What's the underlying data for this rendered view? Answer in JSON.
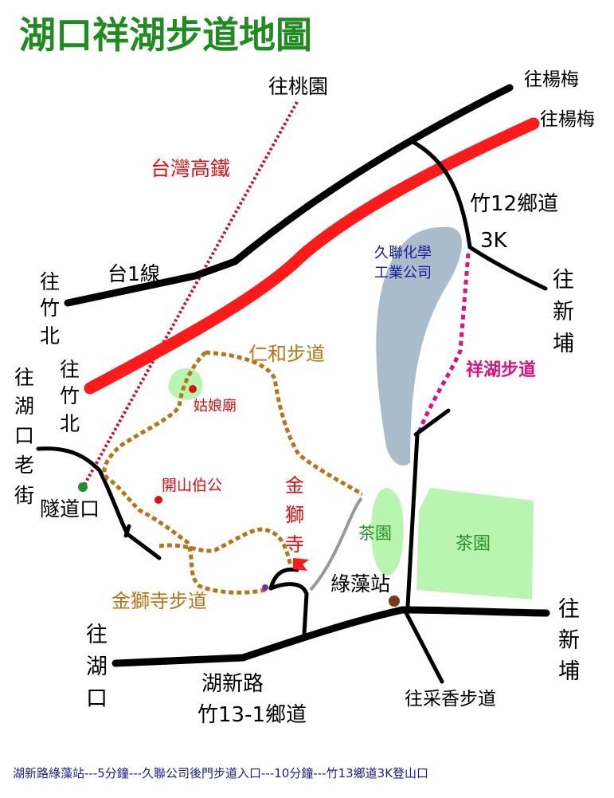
{
  "title": "湖口祥湖步道地圖",
  "colors": {
    "title": "#1f8c1f",
    "road": "#000000",
    "hsr": "#ff1a1a",
    "rail_dotted": "#c0152a",
    "trail_brown": "#b87514",
    "trail_pink": "#e0107d",
    "lake": "#a9bccb",
    "tea": "#b8f5b0",
    "label_red": "#e01010",
    "label_blue": "#1a1a99",
    "label_brown": "#b87514",
    "label_green": "#2c8f2c",
    "footer": "#1a1a99"
  },
  "labels": {
    "to_taoyuan": "往桃園",
    "to_yangmei_1": "往楊梅",
    "to_yangmei_2": "往楊梅",
    "hsr": "台灣高鐵",
    "zhu12": "竹12鄉道",
    "k3": "3K",
    "jiulian_1": "久聯化學",
    "jiulian_2": "工業公司",
    "tai1": "台1線",
    "to_zhubei_a": [
      "往",
      "竹",
      "北"
    ],
    "to_zhubei_b": [
      "往",
      "竹",
      "北"
    ],
    "to_xinpu_1": [
      "往",
      "新",
      "埔"
    ],
    "to_xinpu_2": [
      "往",
      "新",
      "埔"
    ],
    "xianghu_trail": "祥湖步道",
    "renhe_trail": "仁和步道",
    "guniang_temple": "姑娘廟",
    "to_old_street": [
      "往",
      "湖",
      "口",
      "老",
      "街"
    ],
    "tunnel": "隧道口",
    "kaishan": "開山伯公",
    "jinshi_temple": [
      "金",
      "獅",
      "寺"
    ],
    "tea_garden_1": "茶園",
    "tea_garden_2": "茶園",
    "lvzao_station": "綠藻站",
    "jinshi_trail": "金獅寺步道",
    "to_hukou": [
      "往",
      "湖",
      "口"
    ],
    "huxin_road": "湖新路",
    "zhu13": "竹13-1鄉道",
    "to_caixiang": "往采香步道"
  },
  "footer": "湖新路綠藻站---5分鐘---久聯公司後門步道入口---10分鐘---竹13鄉道3K登山口"
}
